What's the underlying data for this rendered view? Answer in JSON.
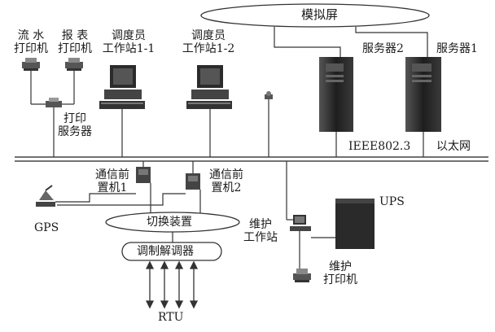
{
  "labels": {
    "mimic_screen": "模拟屏",
    "flow_printer": [
      "流 水",
      "打印机"
    ],
    "report_printer": [
      "报 表",
      "打印机"
    ],
    "ws1": [
      "调度员",
      "工作站1-1"
    ],
    "ws2": [
      "调度员",
      "工作站1-2"
    ],
    "server2": "服务器2",
    "server1": "服务器1",
    "print_server": [
      "打印",
      "服务器"
    ],
    "ieee": "IEEE802.3",
    "ethernet": "以太网",
    "comm1": [
      "通信前",
      "置机1"
    ],
    "comm2": [
      "通信前",
      "置机2"
    ],
    "gps": "GPS",
    "switch": "切换装置",
    "modem": "调制解调器",
    "rtu": "RTU",
    "ups": "UPS",
    "maint_ws": [
      "维护",
      "工作站"
    ],
    "maint_printer": [
      "维护",
      "打印机"
    ]
  },
  "colors": {
    "line": "#333333",
    "device_dark": "#2a2a2a",
    "device_mid": "#5a5a5a",
    "bus": "#444444"
  }
}
